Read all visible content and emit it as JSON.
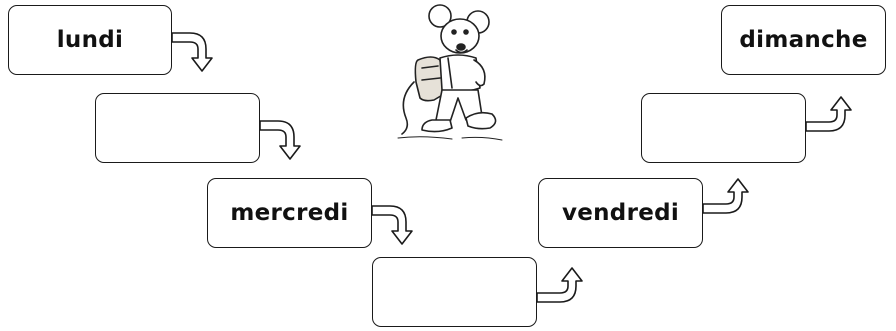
{
  "days": [
    {
      "label": "lundi"
    },
    {
      "label": ""
    },
    {
      "label": "mercredi"
    },
    {
      "label": ""
    },
    {
      "label": "vendredi"
    },
    {
      "label": ""
    },
    {
      "label": "dimanche"
    }
  ],
  "colors": {
    "stroke": "#1a1a1a",
    "fill": "#ffffff"
  },
  "illustration": {
    "icon": "mouse-with-backpack-walking-icon"
  }
}
